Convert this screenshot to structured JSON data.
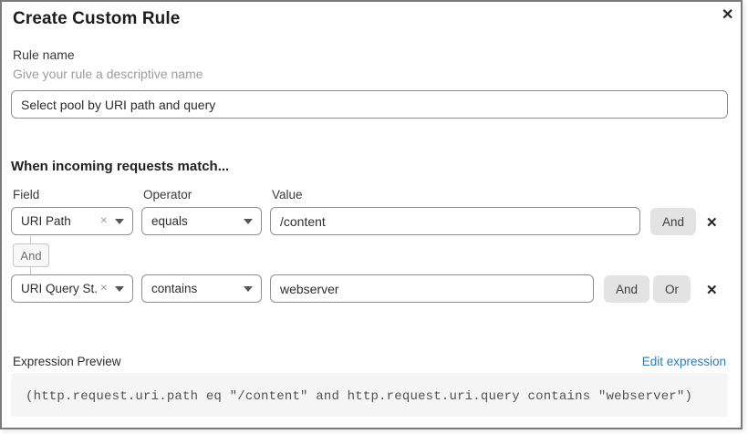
{
  "dialog": {
    "title": "Create Custom Rule"
  },
  "icons": {
    "close": "✕",
    "clear": "✕",
    "delete": "✕"
  },
  "rule_name": {
    "label": "Rule name",
    "helper": "Give your rule a descriptive name",
    "value": "Select pool by URI path and query"
  },
  "match": {
    "heading": "When incoming requests match...",
    "columns": {
      "field": "Field",
      "operator": "Operator",
      "value": "Value"
    },
    "rows": [
      {
        "field": "URI Path",
        "operator": "equals",
        "value": "/content",
        "and_label": "And"
      },
      {
        "field": "URI Query St...",
        "operator": "contains",
        "value": "webserver",
        "and_label": "And",
        "or_label": "Or"
      }
    ],
    "between_connector": "And"
  },
  "expression": {
    "label": "Expression Preview",
    "edit_link": "Edit expression",
    "code": "(http.request.uri.path eq \"/content\" and http.request.uri.query contains \"webserver\")"
  },
  "colors": {
    "link": "#2d7cb5",
    "button_bg": "#e3e3e4",
    "code_bg": "#f5f5f5",
    "border": "#8f8f91"
  }
}
